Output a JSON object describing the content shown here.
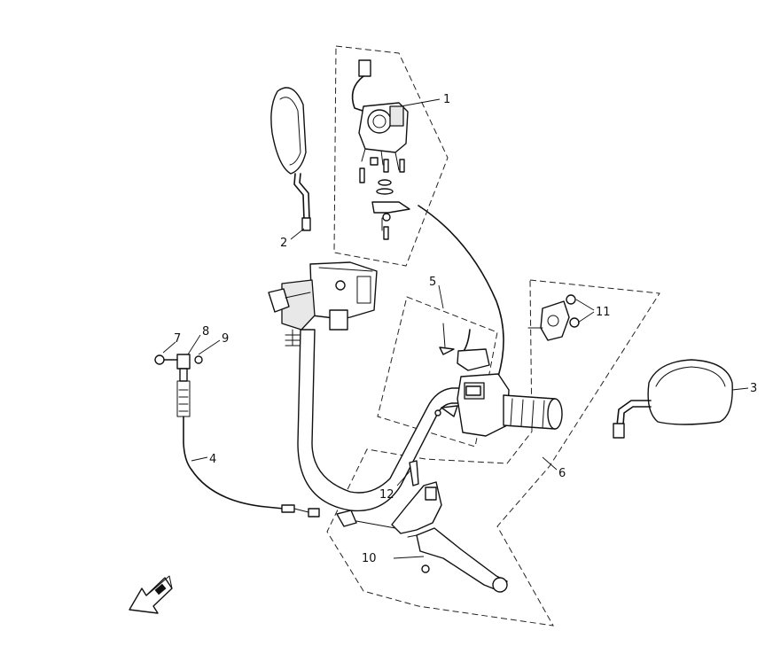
{
  "callouts": {
    "c1": "1",
    "c2": "2",
    "c3": "3",
    "c4": "4",
    "c5": "5",
    "c6": "6",
    "c7": "7",
    "c8": "8",
    "c9": "9",
    "c10": "10",
    "c11": "11",
    "c12": "12"
  },
  "icons": {
    "direction_arrow": "front-direction-arrow-icon"
  }
}
